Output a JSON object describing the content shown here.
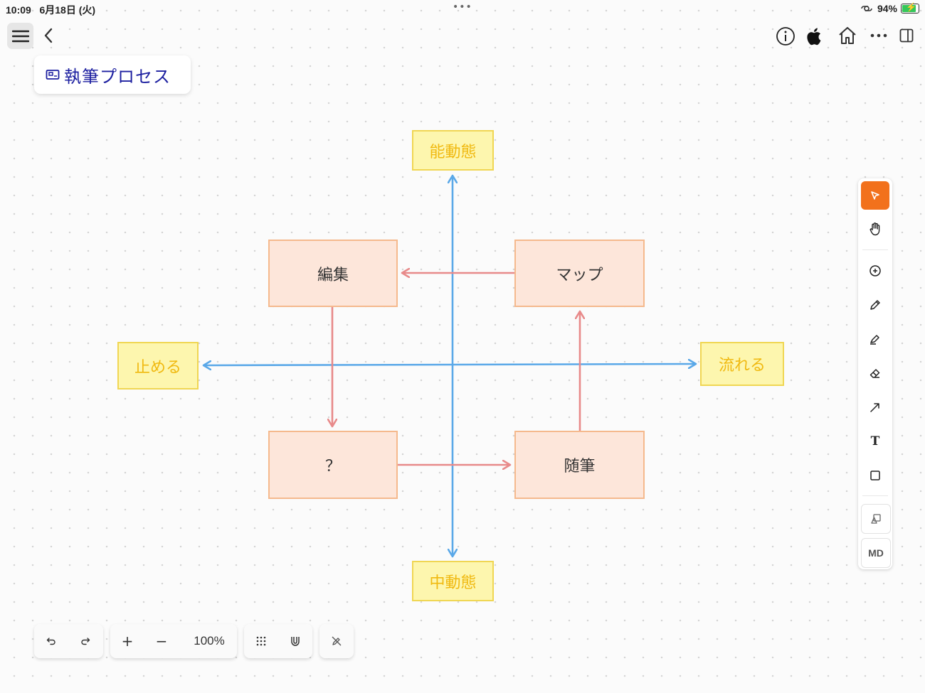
{
  "status_bar": {
    "time": "10:09",
    "date": "6月18日 (火)",
    "center_dots": "•••",
    "battery": "94%",
    "battery_level": 0.94
  },
  "top_bar": {
    "left_icons": [
      "hamburger-menu-icon",
      "back-chevron-icon"
    ],
    "right_icons": [
      "info-icon",
      "apple-icon",
      "home-icon",
      "more-icon",
      "sidebar-icon"
    ]
  },
  "canvas_title": {
    "icon": "board-icon",
    "text": "執筆プロセス"
  },
  "nodes": {
    "noudoutai": "能動態",
    "chuudoutai": "中動態",
    "tomeru": "止める",
    "nagareru": "流れる",
    "henshuu": "編集",
    "mappu": "マップ",
    "question": "？",
    "zuihitsu": "随筆"
  },
  "colors": {
    "axis_arrow": "#5aa8e8",
    "process_arrow": "#e88a8a",
    "active_tool": "#f2711c",
    "orange_box": "#fde6da",
    "yellow_box": "#fdf6ae"
  },
  "side_toolbar": {
    "tools": [
      "select-cursor-icon",
      "hand-icon",
      "add-circle-icon",
      "pen-icon",
      "highlighter-icon",
      "eraser-icon",
      "arrow-icon",
      "text-icon",
      "shape-icon",
      "import-shapes-icon"
    ],
    "active": "select-cursor-icon",
    "text_tool_label": "T",
    "md_label": "MD"
  },
  "bottom_toolbar": {
    "undo_icon": "undo-icon",
    "redo_icon": "redo-icon",
    "zoom_in": "+",
    "zoom_out": "−",
    "zoom_level": "100%",
    "grid_icon": "grid-dots-icon",
    "snap_icon": "magnet-icon",
    "no_pen_icon": "pencil-off-icon"
  }
}
